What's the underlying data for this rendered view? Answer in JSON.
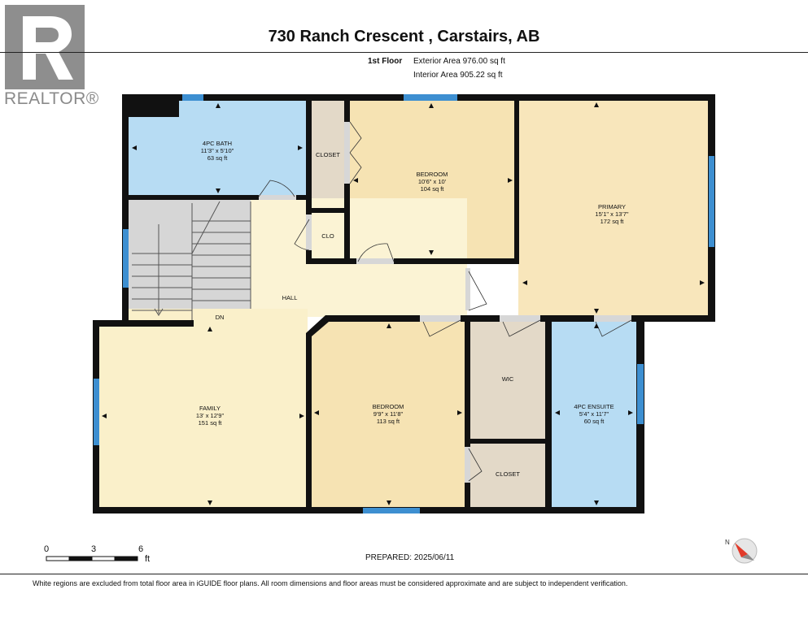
{
  "header": {
    "title": "730 Ranch Crescent , Carstairs, AB",
    "floor_label": "1st Floor",
    "exterior_area": "Exterior Area 976.00 sq ft",
    "interior_area": "Interior Area 905.22 sq ft"
  },
  "brand": {
    "logo_text": "REALTOR®",
    "logo_icon": "realtor-r-logo"
  },
  "rooms": {
    "bath4": {
      "name": "4PC BATH",
      "dims": "11'3\" x 5'10\"",
      "area": "63 sq ft"
    },
    "closet_top": {
      "name": "CLOSET"
    },
    "clo": {
      "name": "CLO"
    },
    "bedroom_top": {
      "name": "BEDROOM",
      "dims": "10'6\" x 10'",
      "area": "104 sq ft"
    },
    "primary": {
      "name": "PRIMARY",
      "dims": "15'1\" x 13'7\"",
      "area": "172 sq ft"
    },
    "hall": {
      "name": "HALL"
    },
    "dn": {
      "name": "DN"
    },
    "family": {
      "name": "FAMILY",
      "dims": "13' x 12'9\"",
      "area": "151 sq ft"
    },
    "bedroom_bottom": {
      "name": "BEDROOM",
      "dims": "9'9\" x 11'8\"",
      "area": "113 sq ft"
    },
    "wic": {
      "name": "WIC"
    },
    "closet_bottom": {
      "name": "CLOSET"
    },
    "ensuite": {
      "name": "4PC ENSUITE",
      "dims": "5'4\" x 11'7\"",
      "area": "60 sq ft"
    }
  },
  "scale": {
    "labels": [
      "0",
      "3",
      "6"
    ],
    "unit": "ft"
  },
  "footer": {
    "prepared": "PREPARED: 2025/06/11",
    "disclaimer": "White regions are excluded from total floor area in iGUIDE floor plans. All room dimensions and floor areas must be considered approximate and are subject to independent verification."
  },
  "compass": {
    "label": "N",
    "icon": "compass-icon"
  },
  "colors": {
    "wall": "#111111",
    "bath": "#b7dcf3",
    "bedroom": "#f6e3b3",
    "primary": "#f8e6bb",
    "hall": "#fbf3d4",
    "closet": "#e3d9c8",
    "stairs": "#d6d6d6",
    "window": "#3d8fd1"
  }
}
